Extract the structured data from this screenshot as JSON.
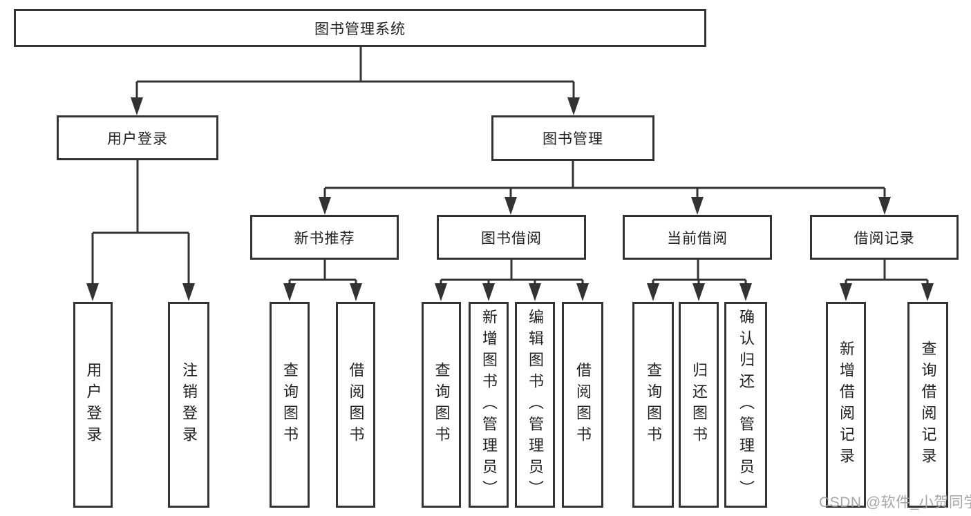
{
  "page": {
    "background": "#ffffff",
    "watermark": "CSDN @软件_小贺同学"
  },
  "diagram": {
    "type": "hierarchy",
    "line_color": "#333333",
    "text_color": "#222222",
    "box_background": "#ffffff",
    "tree": {
      "root": "图书管理系统",
      "branches": [
        {
          "label": "用户登录",
          "leaves": [
            "用户登录",
            "注销登录"
          ]
        },
        {
          "label": "图书管理",
          "children": [
            {
              "label": "新书推荐",
              "leaves": [
                "查询图书",
                "借阅图书"
              ]
            },
            {
              "label": "图书借阅",
              "leaves": [
                "查询图书",
                "新增图书（管理员）",
                "编辑图书（管理员）",
                "借阅图书"
              ]
            },
            {
              "label": "当前借阅",
              "leaves": [
                "查询图书",
                "归还图书",
                "确认归还（管理员）"
              ]
            },
            {
              "label": "借阅记录",
              "leaves": [
                "新增借阅记录",
                "查询借阅记录"
              ]
            }
          ]
        }
      ]
    }
  }
}
